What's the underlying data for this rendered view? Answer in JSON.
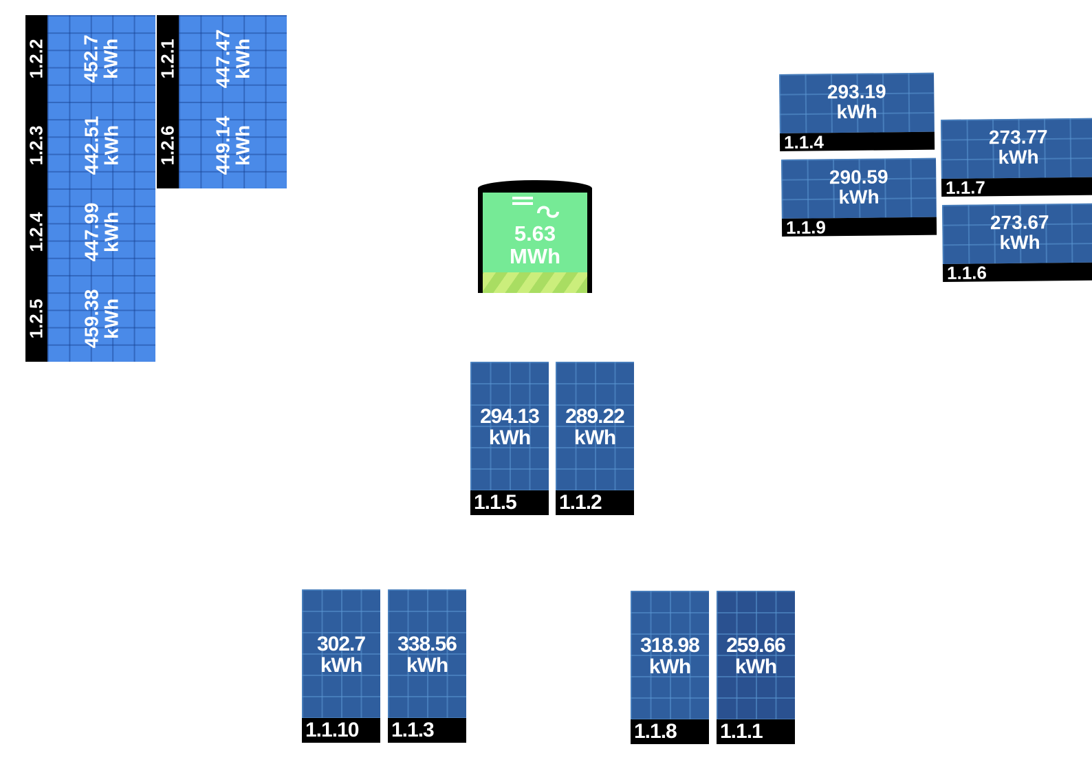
{
  "battery": {
    "value": "5.63",
    "unit": "MWh",
    "icon": "inverter-dc-ac-icon"
  },
  "unit": "kWh",
  "panels_bottom": [
    {
      "id": "1.1.5",
      "value": "294.13"
    },
    {
      "id": "1.1.2",
      "value": "289.22"
    },
    {
      "id": "1.1.10",
      "value": "302.7"
    },
    {
      "id": "1.1.3",
      "value": "338.56"
    },
    {
      "id": "1.1.8",
      "value": "318.98"
    },
    {
      "id": "1.1.1",
      "value": "259.66"
    }
  ],
  "panels_right": [
    {
      "id": "1.1.4",
      "value": "293.19"
    },
    {
      "id": "1.1.9",
      "value": "290.59"
    },
    {
      "id": "1.1.7",
      "value": "273.77"
    },
    {
      "id": "1.1.6",
      "value": "273.67"
    }
  ],
  "panels_left": [
    {
      "id": "1.2.2",
      "value": "452.7"
    },
    {
      "id": "1.2.3",
      "value": "442.51"
    },
    {
      "id": "1.2.4",
      "value": "447.99"
    },
    {
      "id": "1.2.5",
      "value": "459.38"
    },
    {
      "id": "1.2.1",
      "value": "447.47"
    },
    {
      "id": "1.2.6",
      "value": "449.14"
    }
  ],
  "colors": {
    "panel": "#2f5e9e",
    "panel_light": "#4a8ae8",
    "battery_fill": "#76ea96",
    "battery_stripe": "#a9dd62"
  }
}
